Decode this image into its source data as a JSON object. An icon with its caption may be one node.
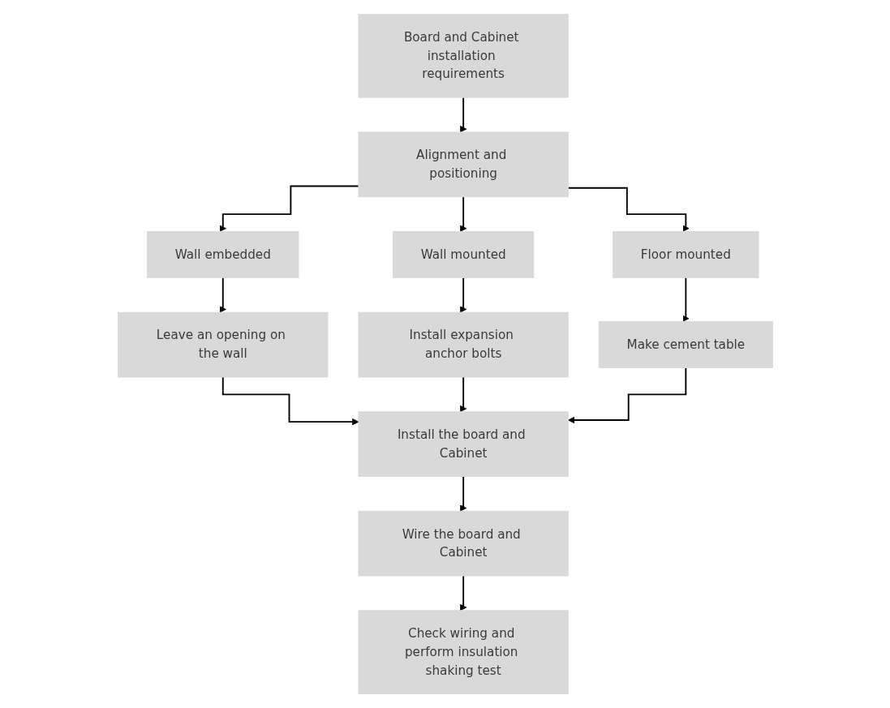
{
  "diagram": {
    "nodes": [
      {
        "text": [
          "Board and Cabinet installation requirements"
        ]
      },
      {
        "text": [
          "Alignment and positioning"
        ]
      },
      {
        "text": [
          "Wall embedded"
        ]
      },
      {
        "text": [
          "Wall mounted"
        ]
      },
      {
        "text": [
          "Floor mounted"
        ]
      },
      {
        "text": [
          "Leave an opening on the wall"
        ]
      },
      {
        "text": [
          "Install expansion anchor bolts"
        ]
      },
      {
        "text": [
          "Make cement table"
        ]
      },
      {
        "text": [
          "Install the board and Cabinet"
        ]
      },
      {
        "text": [
          "Wire the board and Cabinet"
        ]
      },
      {
        "text": [
          "Check wiring and perform insulation shaking test"
        ]
      }
    ],
    "edges": [
      {
        "from": 0,
        "to": 1,
        "arrow": "to"
      },
      {
        "from": 1,
        "to": 2,
        "arrow": "to"
      },
      {
        "from": 1,
        "to": 3,
        "arrow": "to"
      },
      {
        "from": 1,
        "to": 4,
        "arrow": "to"
      },
      {
        "from": 2,
        "to": 5,
        "arrow": "to"
      },
      {
        "from": 3,
        "to": 6,
        "arrow": "to"
      },
      {
        "from": 4,
        "to": 7,
        "arrow": "to"
      },
      {
        "from": 5,
        "to": 8,
        "arrow": "to"
      },
      {
        "from": 6,
        "to": 8,
        "arrow": "to"
      },
      {
        "from": 7,
        "to": 8,
        "arrow": "to"
      },
      {
        "from": 8,
        "to": 9,
        "arrow": "to"
      },
      {
        "from": 9,
        "to": 10,
        "arrow": "to"
      }
    ]
  }
}
